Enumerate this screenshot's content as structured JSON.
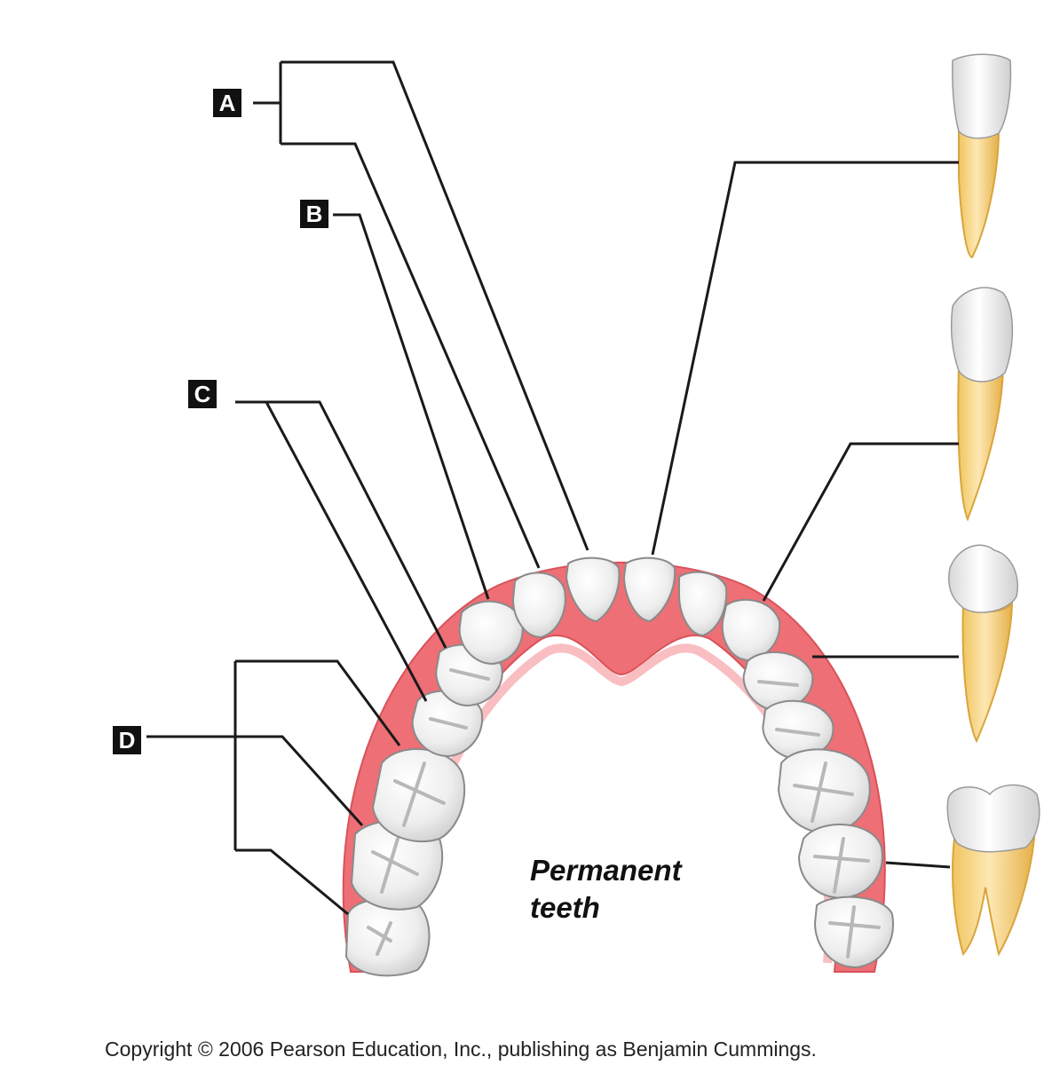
{
  "labels": {
    "a": "A",
    "b": "B",
    "c": "C",
    "d": "D"
  },
  "caption": {
    "line1": "Permanent",
    "line2": "teeth"
  },
  "copyright": "Copyright © 2006 Pearson Education, Inc., publishing as Benjamin Cummings.",
  "colors": {
    "gum": "#ee6f76",
    "gum_light": "#f7aeb2",
    "enamel": "#f2f2f2",
    "root": "#f5d27a",
    "label_box": "#111111",
    "leader_line": "#1a1a1a"
  }
}
